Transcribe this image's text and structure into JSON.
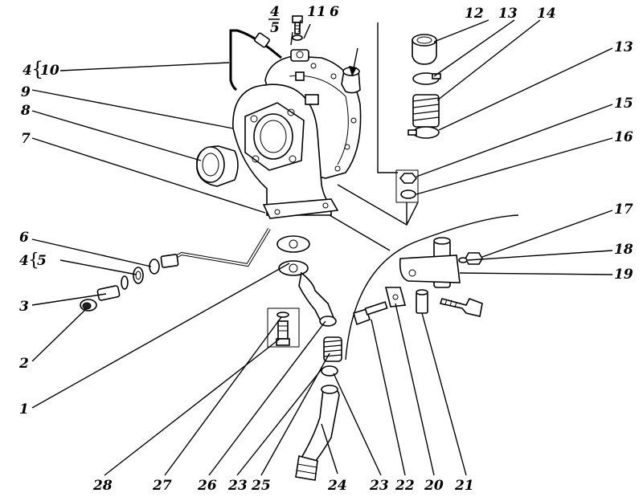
{
  "diagram": {
    "labels": {
      "l1": "1",
      "l2": "2",
      "l3": "3",
      "l4a": "4",
      "l4b": "4",
      "l4c": "4",
      "l5a": "5",
      "l5b": "5",
      "l6a": "6",
      "l6b": "6",
      "l7": "7",
      "l8": "8",
      "l9": "9",
      "l10": "10",
      "l11": "11",
      "l12": "12",
      "l13a": "13",
      "l13b": "13",
      "l14": "14",
      "l15": "15",
      "l16": "16",
      "l17": "17",
      "l18": "18",
      "l19": "19",
      "l20": "20",
      "l21": "21",
      "l22": "22",
      "l23a": "23",
      "l23b": "23",
      "l24": "24",
      "l25": "25",
      "l26": "26",
      "l27": "27",
      "l28": "28"
    }
  }
}
